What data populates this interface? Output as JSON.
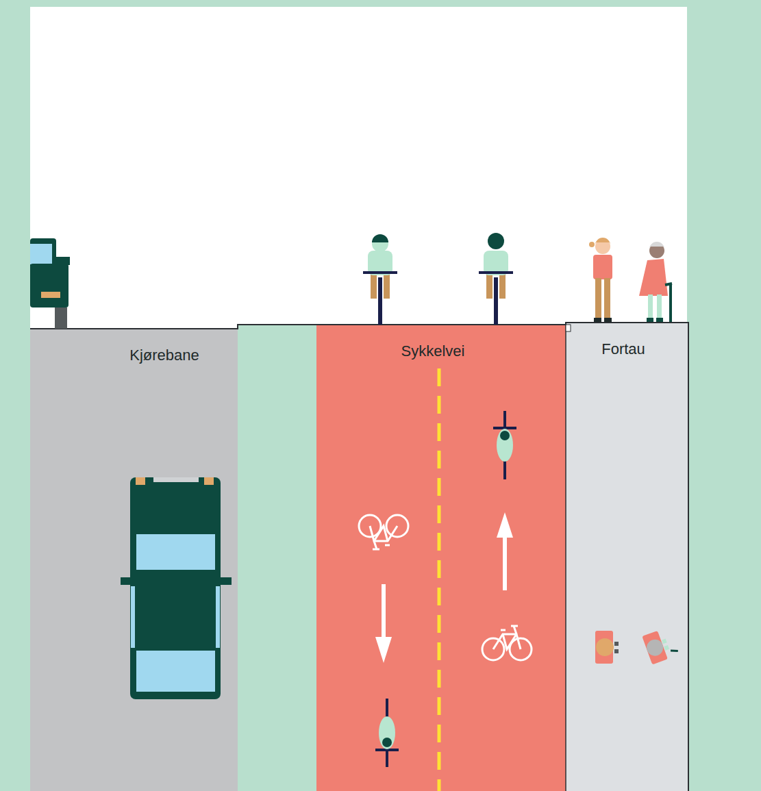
{
  "diagram": {
    "nodes": [
      {
        "text": [
          "Kjørebane"
        ]
      },
      {
        "text": [
          "Sykkelvei"
        ]
      },
      {
        "text": [
          "Fortau"
        ]
      }
    ]
  }
}
